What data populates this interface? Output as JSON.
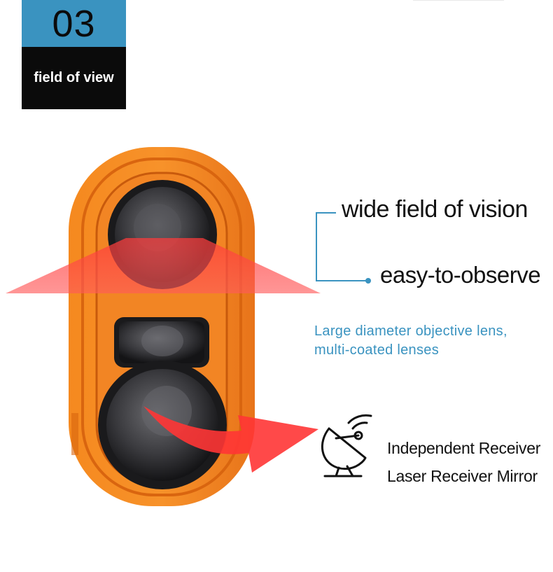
{
  "badge": {
    "number": "03",
    "label": "field of view"
  },
  "headline": "wide field of vision",
  "subline": "easy-to-observe",
  "lens_description": [
    "Large diameter objective lens,",
    "multi-coated lenses"
  ],
  "receiver": {
    "line1": "Independent Receiver",
    "line2": "Laser Receiver Mirror",
    "icon": "satellite-dish-icon"
  },
  "colors": {
    "accent_blue": "#3a93c0",
    "device_orange": "#f07f1d",
    "beam_red": "#ff3b3b",
    "badge_dark": "#0b0b0b"
  }
}
